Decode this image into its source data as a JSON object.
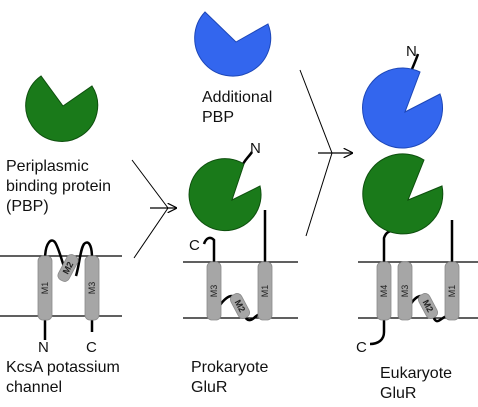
{
  "colors": {
    "pbp_green": "#1a7a1a",
    "pbp_blue": "#3366ee",
    "membrane_line": "#000000",
    "helix_fill": "#a6a6a6",
    "chain": "#000000"
  },
  "panels": {
    "kcsa": {
      "label_lines": [
        "KcsA potassium",
        "channel"
      ],
      "helices": [
        "M1",
        "M2",
        "M3"
      ],
      "n_terminus": "N",
      "c_terminus": "C"
    },
    "pbp": {
      "label_lines": [
        "Periplasmic",
        "binding protein",
        "(PBP)"
      ]
    },
    "additional_pbp": {
      "label_lines": [
        "Additional",
        "PBP"
      ]
    },
    "prokaryote": {
      "label_lines": [
        "Prokaryote",
        "GluR"
      ],
      "helices": [
        "M3",
        "M2",
        "M1"
      ],
      "n_terminus": "N",
      "c_terminus": "C"
    },
    "eukaryote": {
      "label_lines": [
        "Eukaryote",
        "GluR"
      ],
      "helices": [
        "M4",
        "M3",
        "M2",
        "M1"
      ],
      "n_terminus": "N",
      "c_terminus": "C"
    }
  }
}
